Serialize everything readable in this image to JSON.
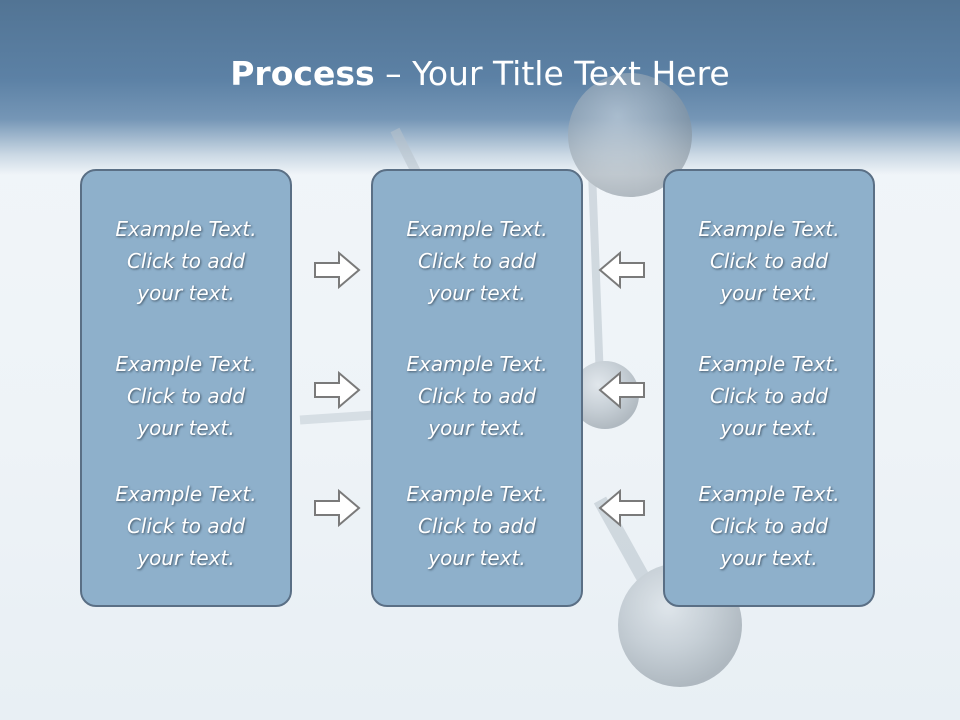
{
  "slide": {
    "title_bold": "Process",
    "title_rest": " – Your Title Text Here"
  },
  "panels": [
    {
      "blocks": [
        "Example Text.\nClick  to add\nyour text.",
        "Example Text.\nClick  to add\nyour text.",
        "Example Text.\nClick  to add\nyour text."
      ]
    },
    {
      "blocks": [
        "Example Text.\nClick  to add\nyour text.",
        "Example Text.\nClick  to add\nyour text.",
        "Example Text.\nClick  to add\nyour text."
      ]
    },
    {
      "blocks": [
        "Example Text.\nClick  to add\nyour text.",
        "Example Text.\nClick  to add\nyour text.",
        "Example Text.\nClick  to add\nyour text."
      ]
    }
  ],
  "arrows": {
    "left_column": [
      "right-arrow-icon",
      "right-arrow-icon",
      "right-arrow-icon"
    ],
    "right_column": [
      "left-arrow-icon",
      "left-arrow-icon",
      "left-arrow-icon"
    ]
  },
  "colors": {
    "header": "#5c81a5",
    "panel_fill": "#8eb0cb",
    "panel_border": "#5a6f85",
    "arrow_stroke": "#7a7a7a"
  }
}
